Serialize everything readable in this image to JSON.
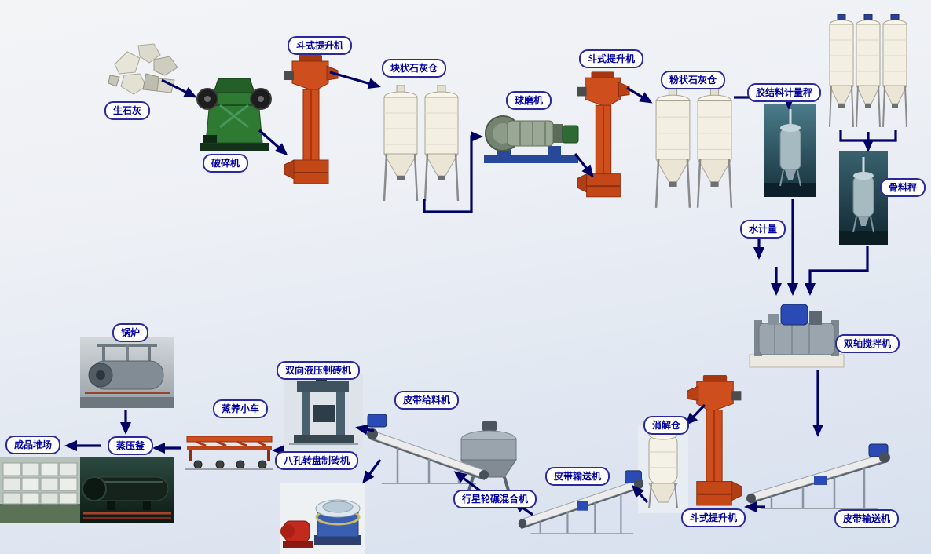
{
  "diagram": {
    "type": "process-flow",
    "subject": "sand-lime brick production line",
    "arrow_color": "#000066",
    "label_border_color": "#2a2a9e",
    "label_text_color": "#0000a0",
    "nodes": {
      "quicklime": {
        "label": "生石灰"
      },
      "crusher": {
        "label": "破碎机"
      },
      "bucket_elevator_1": {
        "label": "斗式提升机"
      },
      "lump_lime_silo": {
        "label": "块状石灰仓"
      },
      "ball_mill": {
        "label": "球磨机"
      },
      "bucket_elevator_2": {
        "label": "斗式提升机"
      },
      "powder_lime_silo": {
        "label": "粉状石灰仓"
      },
      "binder_scale": {
        "label": "胶结料计量秤"
      },
      "aggregate_scale": {
        "label": "骨料秤"
      },
      "water_meter": {
        "label": "水计量"
      },
      "twin_shaft_mixer": {
        "label": "双轴搅拌机"
      },
      "belt_conveyor_right": {
        "label": "皮带输送机"
      },
      "bucket_elevator_3": {
        "label": "斗式提升机"
      },
      "digestion_silo": {
        "label": "消解仓"
      },
      "belt_conveyor_mid": {
        "label": "皮带输送机"
      },
      "planetary_mixer": {
        "label": "行星轮碾混合机"
      },
      "belt_feeder": {
        "label": "皮带给料机"
      },
      "hydraulic_press": {
        "label": "双向液压制砖机"
      },
      "rotary_press": {
        "label": "八孔转盘制砖机"
      },
      "curing_trolley": {
        "label": "蒸养小车"
      },
      "autoclave": {
        "label": "蒸压釜"
      },
      "boiler": {
        "label": "锅炉"
      },
      "product_yard": {
        "label": "成品堆场"
      }
    }
  }
}
